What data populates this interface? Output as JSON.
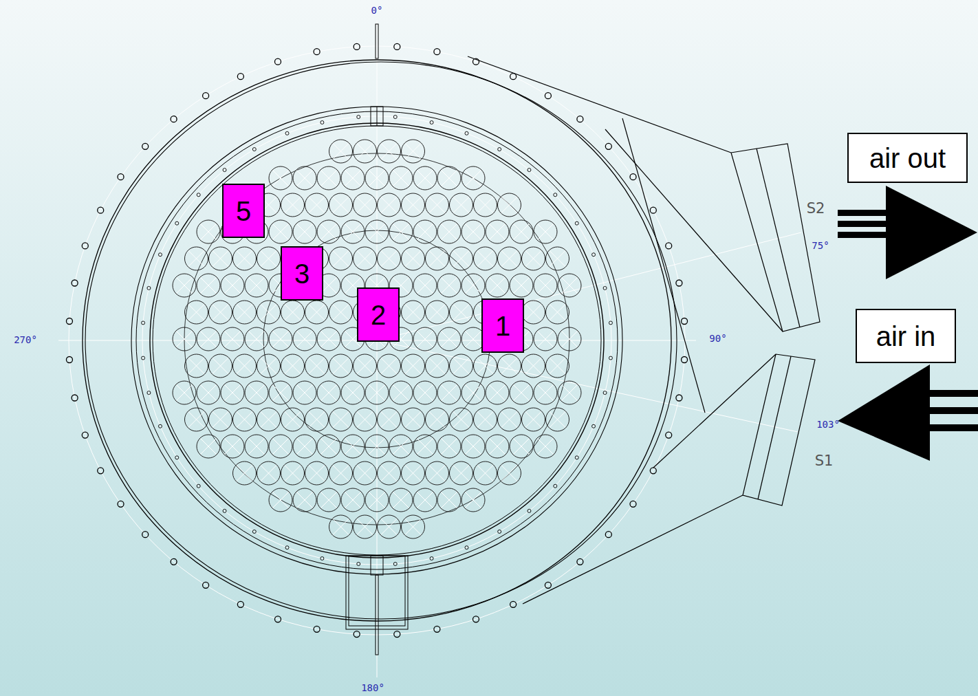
{
  "diagram": {
    "nodes": [
      {
        "text": [
          "air out"
        ]
      },
      {
        "text": [
          "5"
        ]
      },
      {
        "text": [
          "3"
        ]
      },
      {
        "text": [
          "2"
        ]
      },
      {
        "text": [
          "1"
        ]
      },
      {
        "text": [
          "air in"
        ]
      }
    ],
    "labels": [
      "0°",
      "S2",
      "75°",
      "270°",
      "90°",
      "103°",
      "S1",
      "180°"
    ]
  }
}
